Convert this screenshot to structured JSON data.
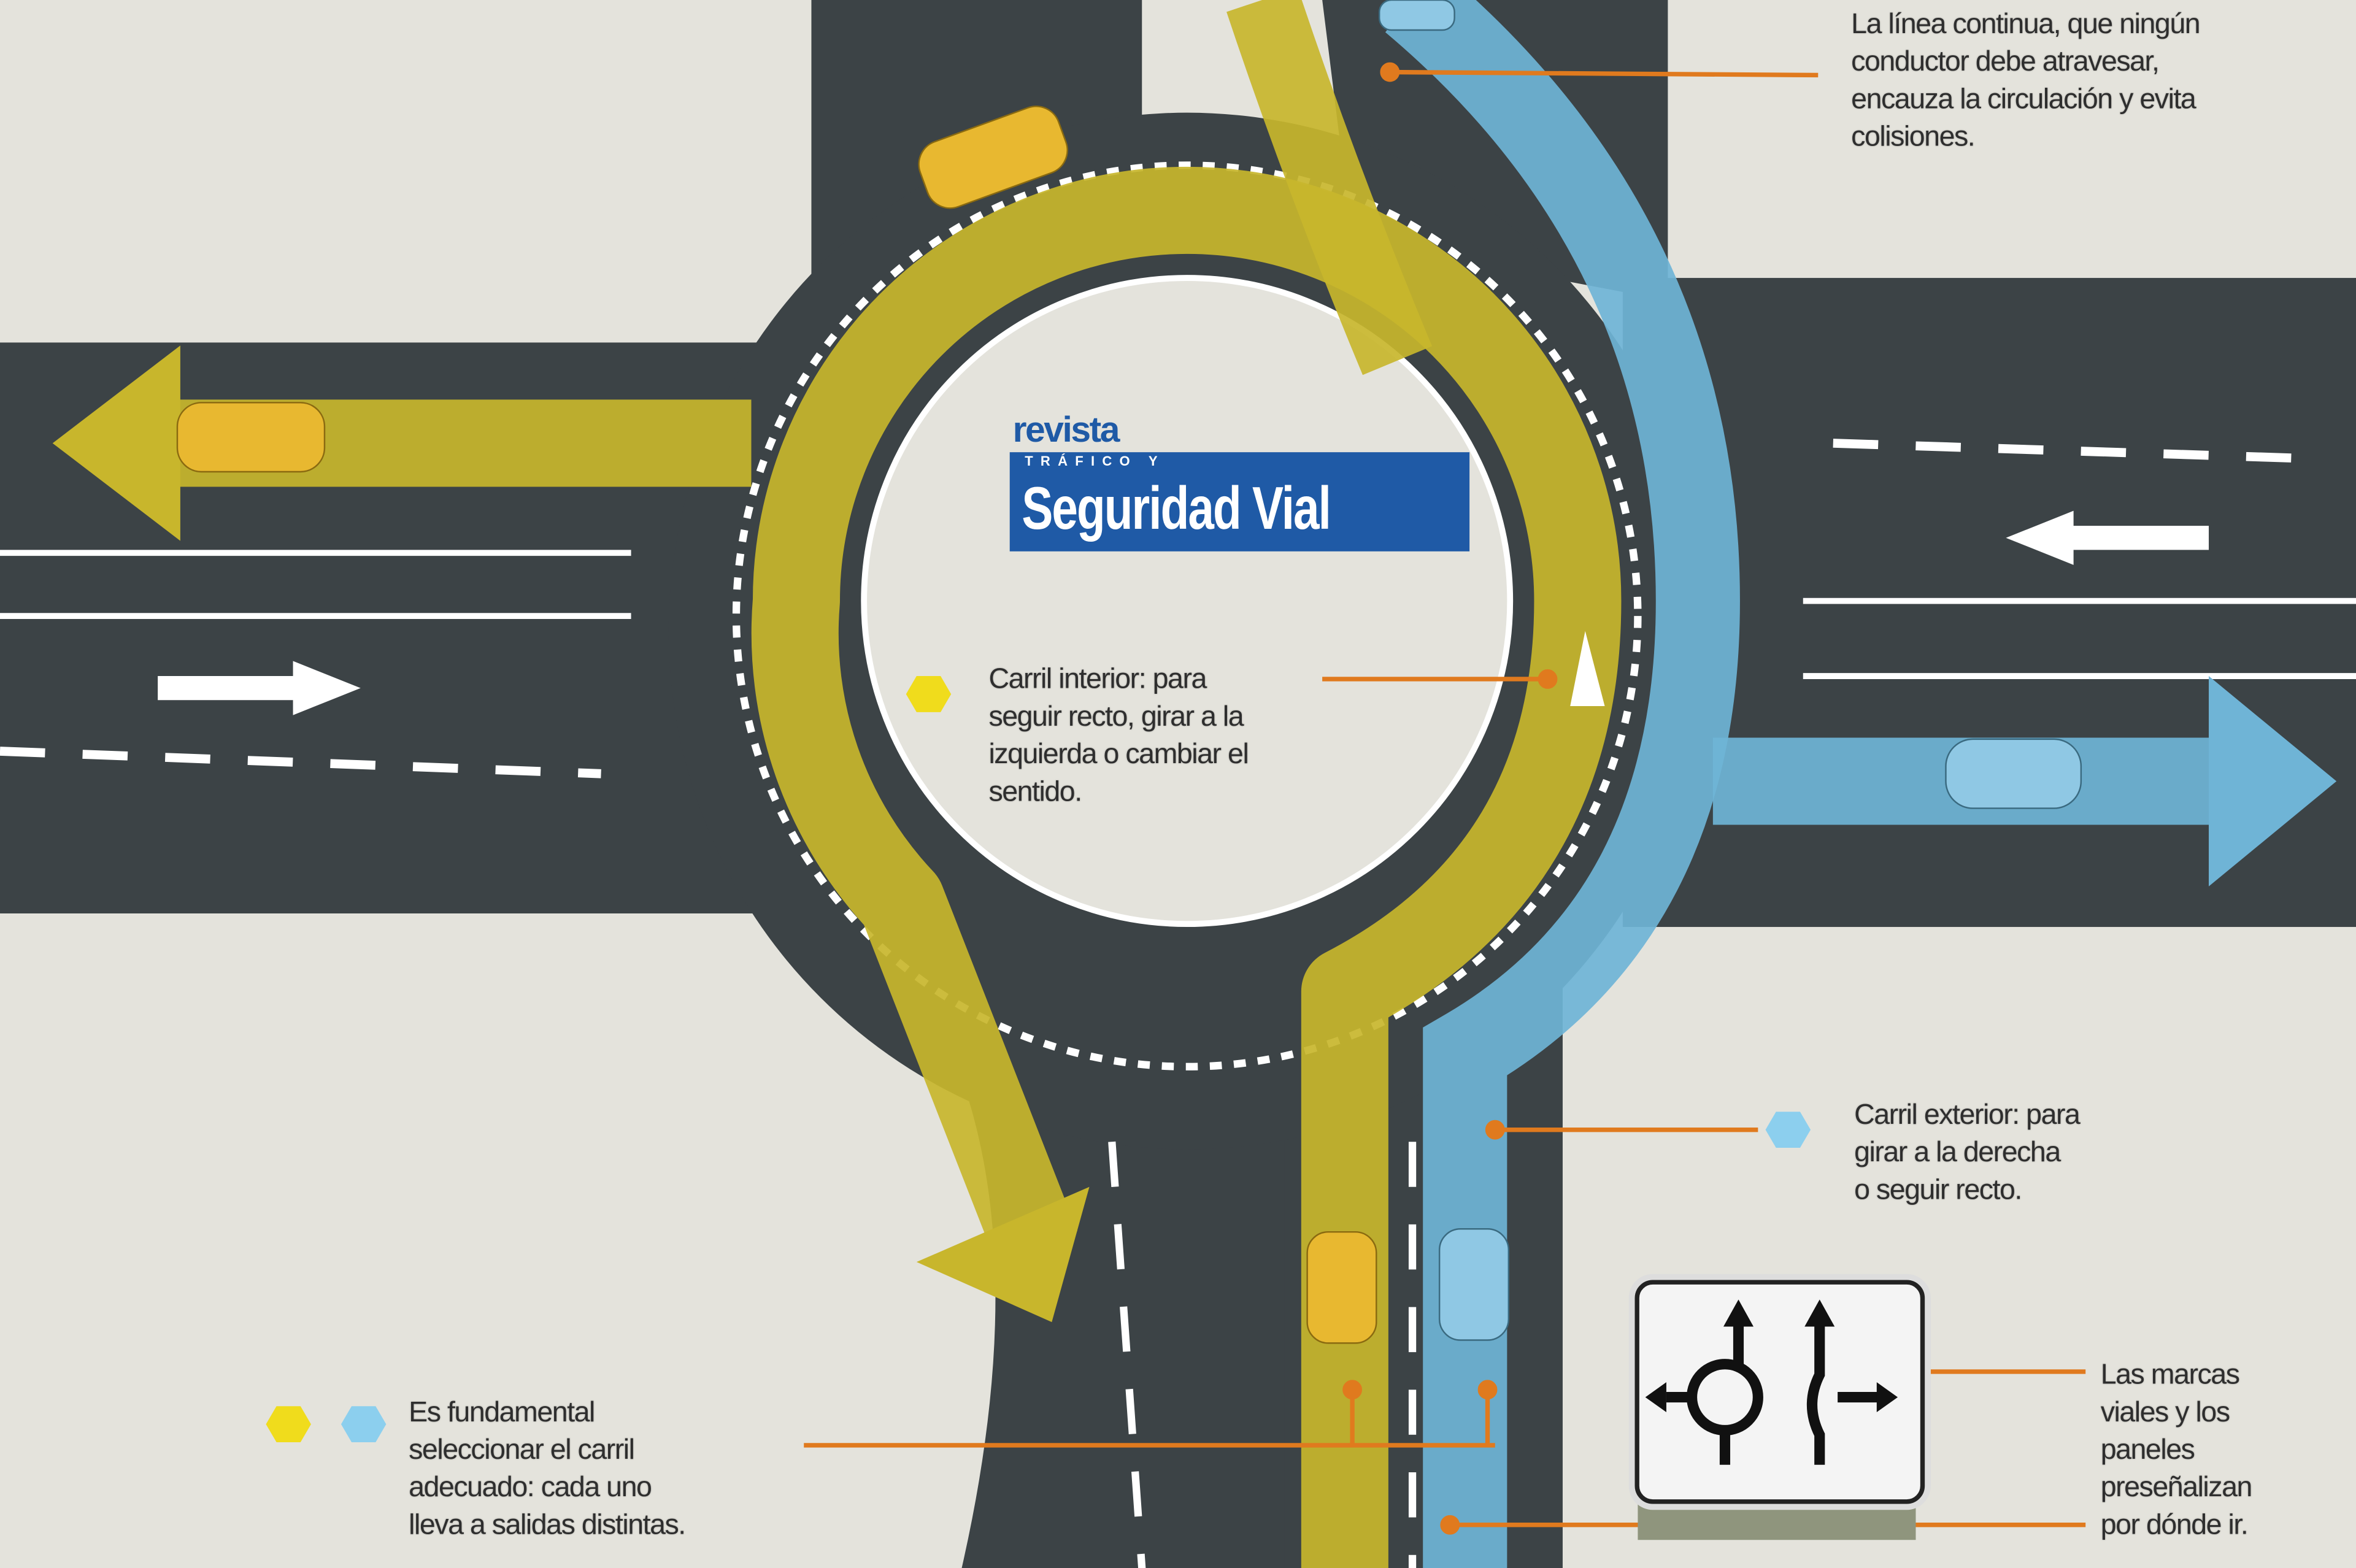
{
  "logo": {
    "line1": "revista",
    "line2": "TRÁFICO Y",
    "line3": "Seguridad Vial"
  },
  "callouts": {
    "solid_line": "La línea continua, que ningún\nconductor debe atravesar,\nencauza la circulación y evita\ncolisiones.",
    "inner_lane": "Carril interior: para\nseguir recto, girar a la\nizquierda o cambiar el\nsentido.",
    "outer_lane": "Carril exterior: para\ngirar a la derecha\no seguir recto.",
    "choose_lane": "Es fundamental\nseleccionar el carril\nadecuado: cada uno\nlleva a salidas distintas.",
    "markings": "Las marcas\nviales y los\npaneles\npreseñalizan\npor dónde ir."
  },
  "colors": {
    "inner_lane": "#c8b62c",
    "outer_lane": "#6fb4d6",
    "asphalt": "#3c4346",
    "callout_line": "#e07a1e",
    "background": "#e4e3dc",
    "logo": "#1f5aa6"
  }
}
